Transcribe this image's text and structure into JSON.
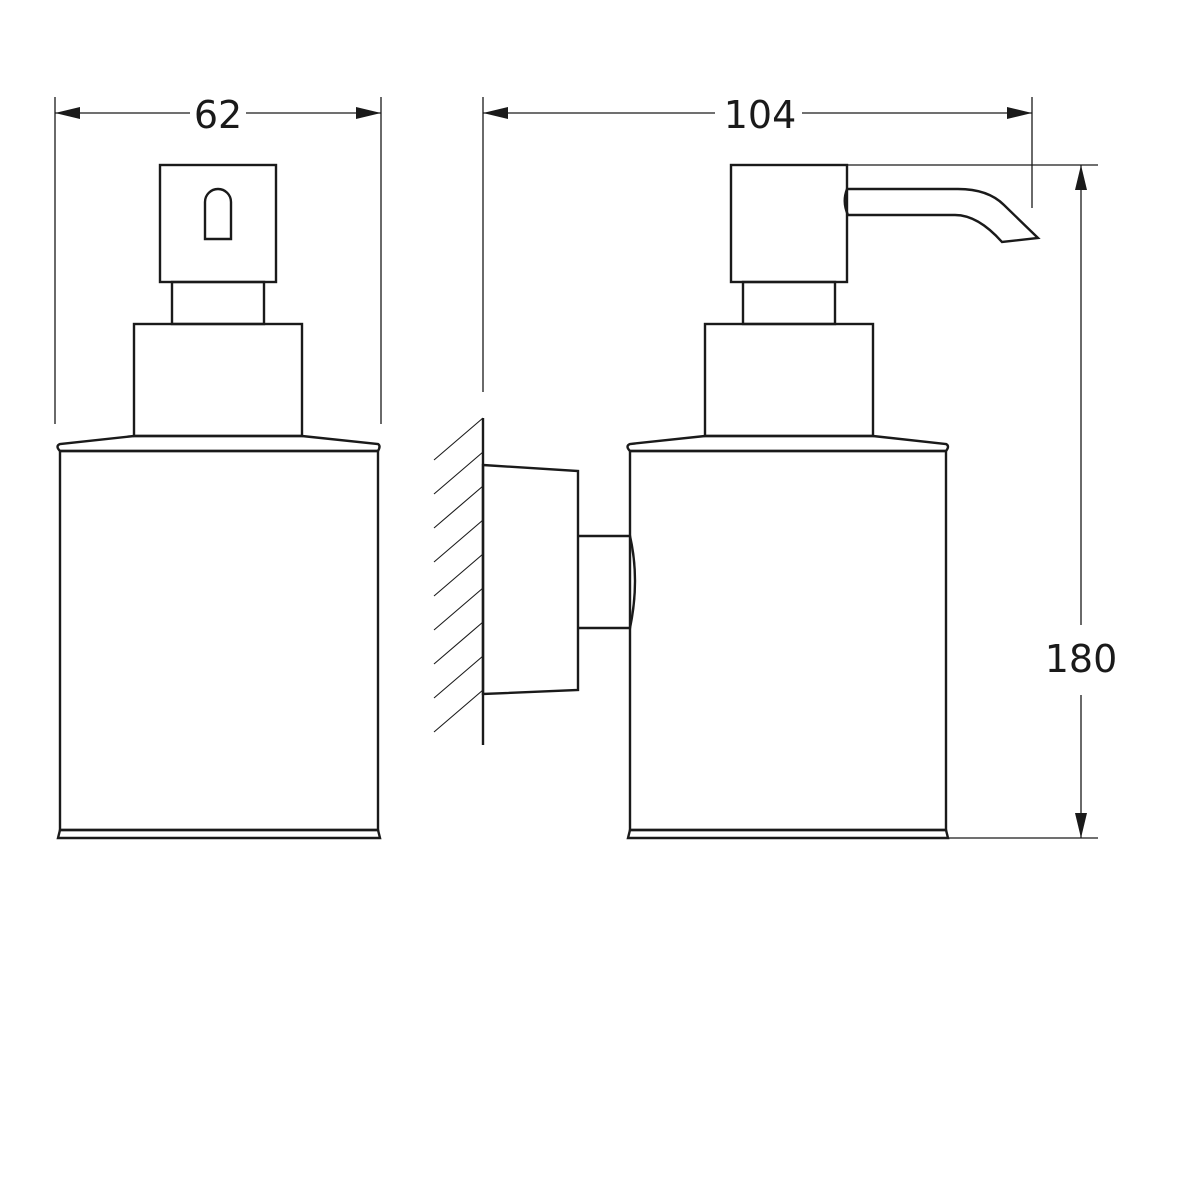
{
  "dimensions": {
    "width_front": "62",
    "depth_side": "104",
    "height": "180"
  },
  "colors": {
    "line": "#1a1a1a",
    "background": "#ffffff"
  }
}
